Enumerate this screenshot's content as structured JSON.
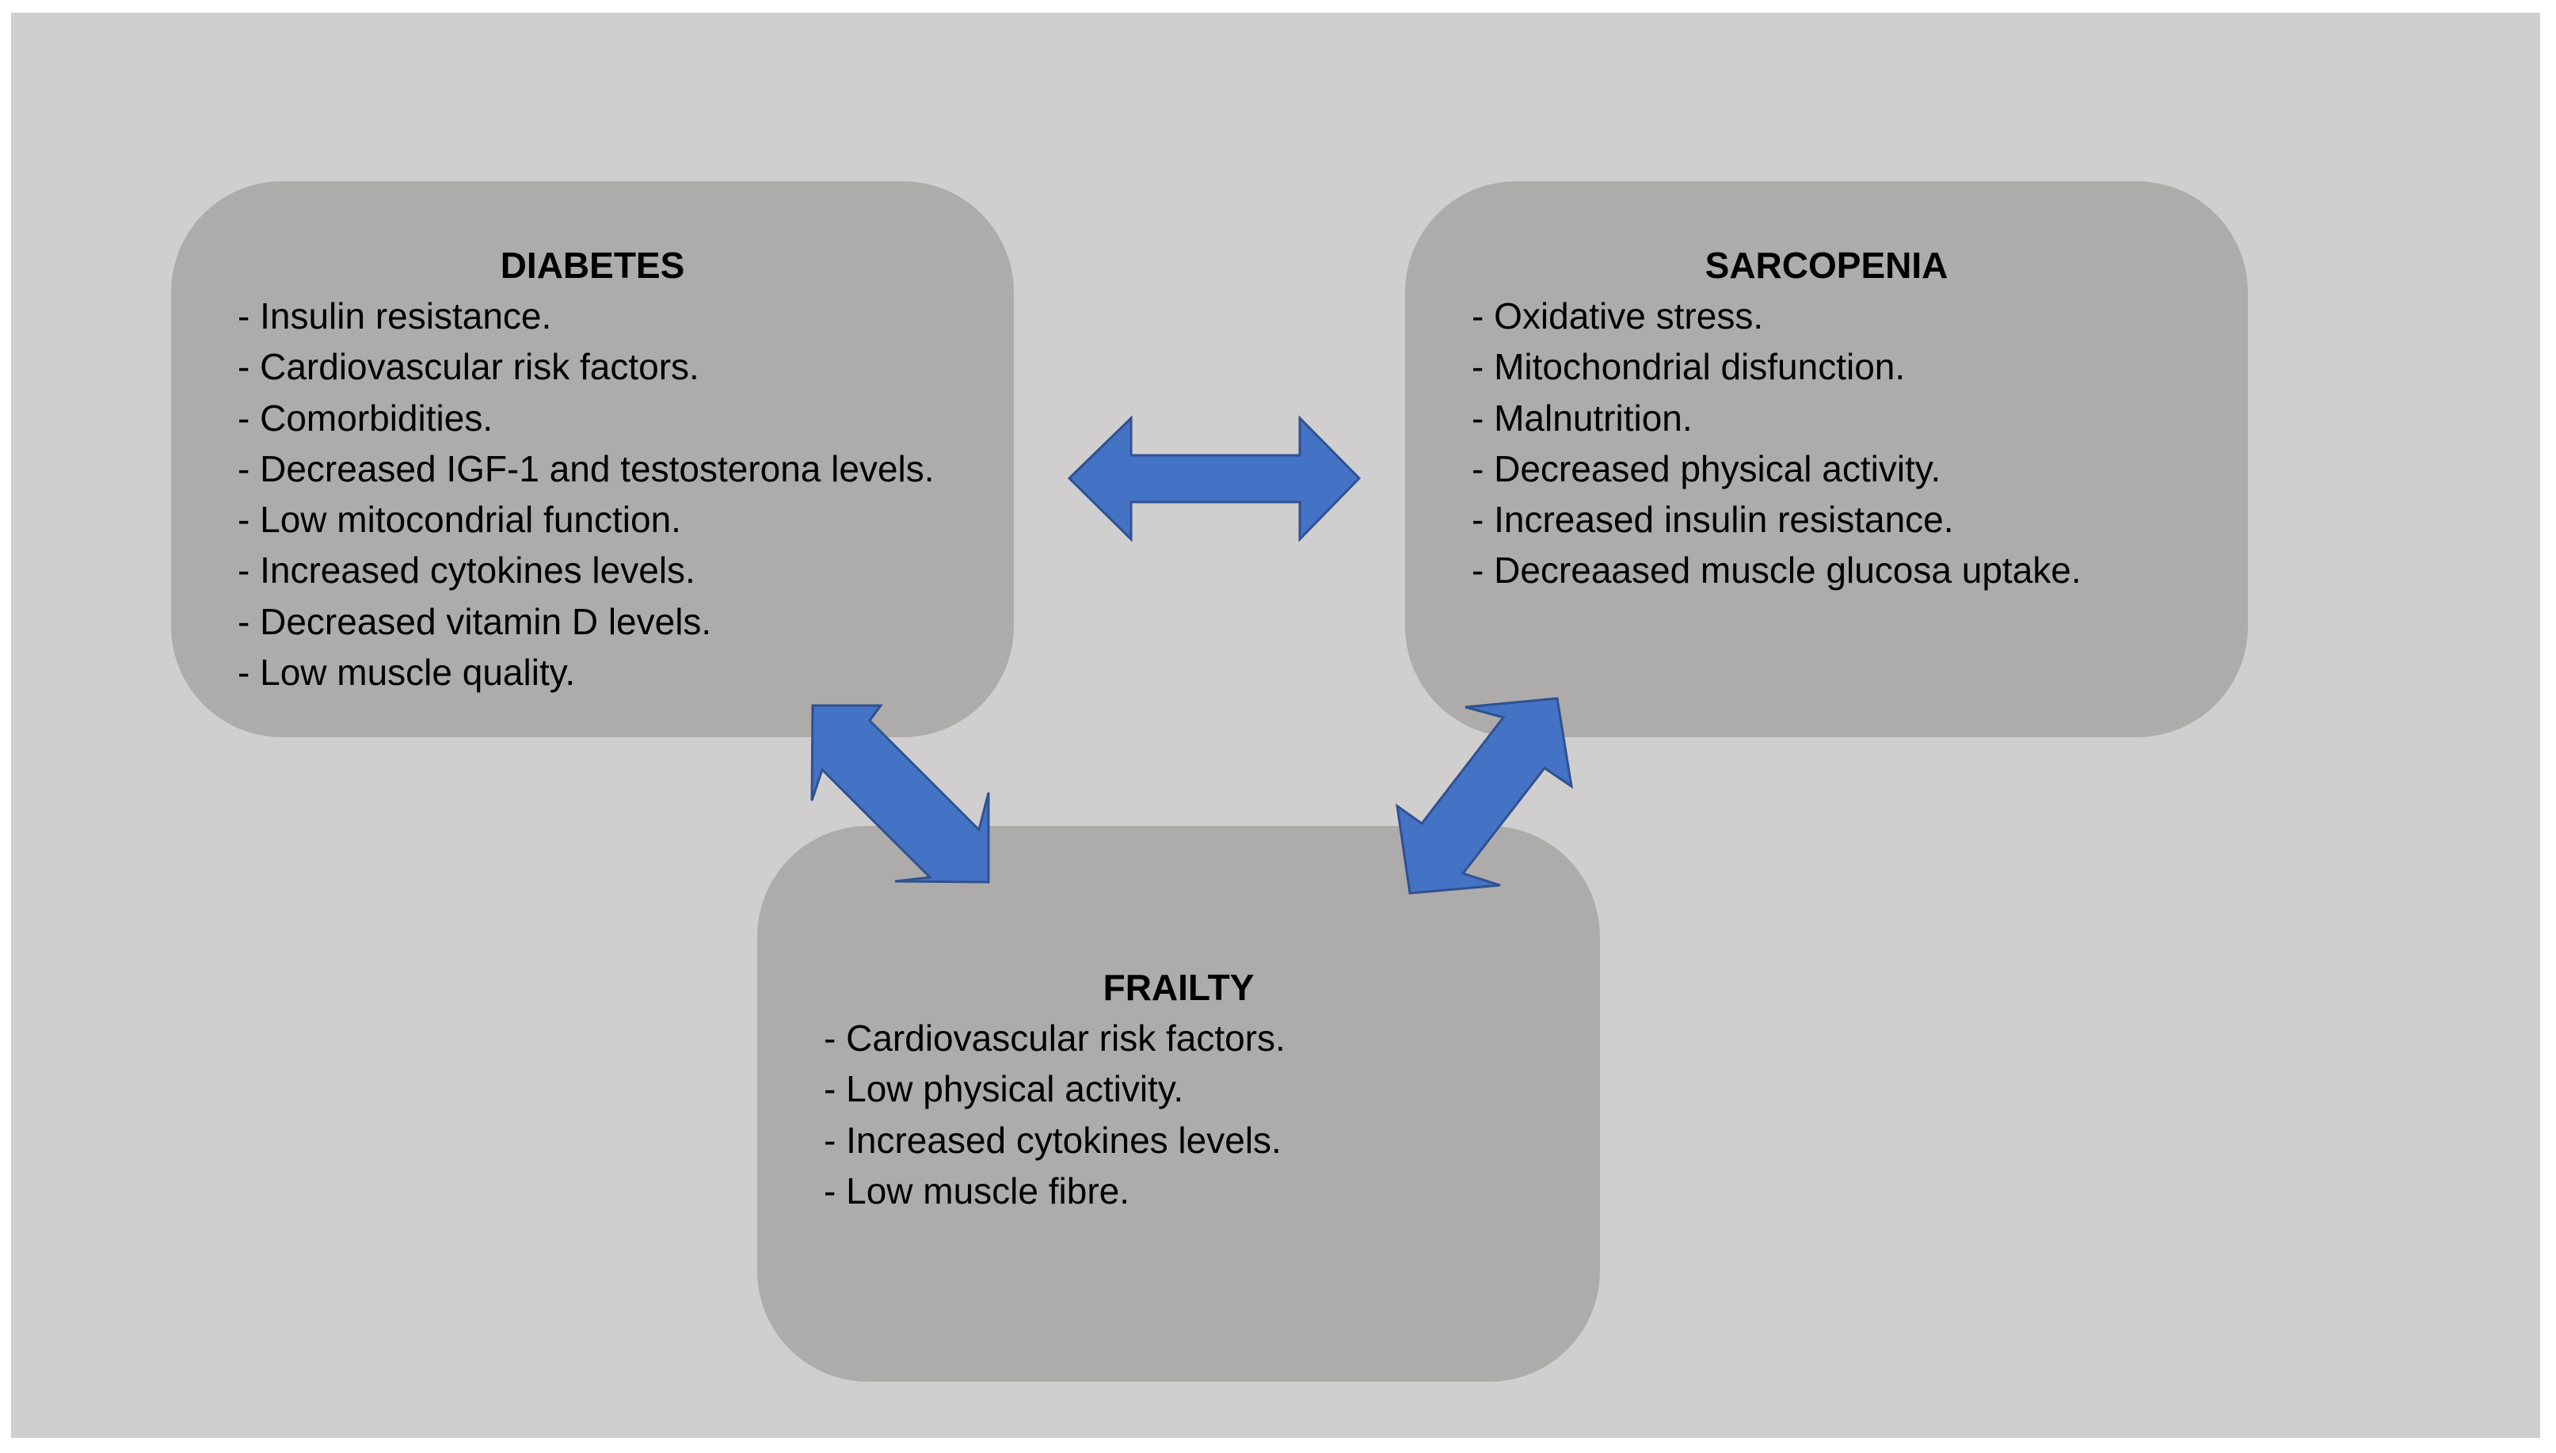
{
  "diagram": {
    "colors": {
      "background": "#d0cecf",
      "box_fill": "#aeabab",
      "arrow_fill": "#4472c4",
      "arrow_stroke": "#2f528f"
    },
    "diabetes": {
      "title": "DIABETES",
      "items": [
        "Insulin resistance.",
        "Cardiovascular risk factors.",
        "Comorbidities.",
        "Decreased IGF-1 and testosterona levels.",
        "Low mitocondrial function.",
        "Increased cytokines levels.",
        "Decreased vitamin D levels.",
        "Low muscle quality."
      ]
    },
    "sarcopenia": {
      "title": "SARCOPENIA",
      "items": [
        "Oxidative stress.",
        "Mitochondrial disfunction.",
        "Malnutrition.",
        "Decreased physical activity.",
        "Increased insulin resistance.",
        "Decreaased muscle glucosa uptake."
      ]
    },
    "frailty": {
      "title": "FRAILTY",
      "items": [
        "Cardiovascular risk factors.",
        "Low physical activity.",
        "Increased cytokines levels.",
        "Low muscle fibre."
      ]
    },
    "arrows": [
      {
        "name": "arrow-diabetes-sarcopenia",
        "icon": "double-headed-arrow"
      },
      {
        "name": "arrow-diabetes-frailty",
        "icon": "double-headed-arrow"
      },
      {
        "name": "arrow-sarcopenia-frailty",
        "icon": "double-headed-arrow"
      }
    ]
  }
}
